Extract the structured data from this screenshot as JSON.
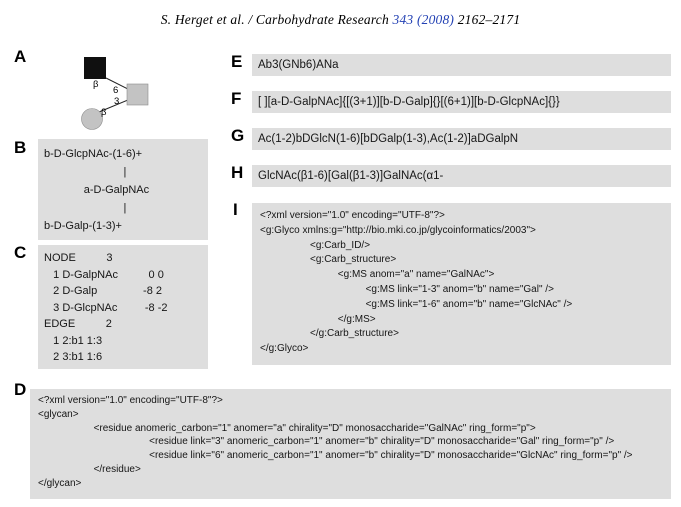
{
  "header": {
    "text_before": "S. Herget et al. / Carbohydrate Research ",
    "volume_year": "343 (2008)",
    "text_after": " 2162–2171"
  },
  "colors": {
    "box_gray": "#dedede",
    "link_blue": "#2442b4",
    "symbol_gray": "#c3c3c3",
    "symbol_black": "#101010"
  },
  "panels": {
    "a": {
      "label": "A",
      "shapes": [
        "black-square",
        "gray-square",
        "gray-circle"
      ],
      "linkage_labels": {
        "beta_upper": "β",
        "position_upper": "6",
        "beta_lower": "β",
        "position_lower": "3"
      }
    },
    "b": {
      "label": "B",
      "content": "b-D-GlcpNAc-(1-6)+\n                          |\n             a-D-GalpNAc\n                          |\nb-D-Galp-(1-3)+"
    },
    "c": {
      "label": "C",
      "content": "NODE          3\n   1 D-GalpNAc          0 0\n   2 D-Galp               -8 2\n   3 D-GlcpNAc         -8 -2\nEDGE          2\n   1 2:b1 1:3\n   2 3:b1 1:6"
    },
    "d": {
      "label": "D",
      "content": "<?xml version=\"1.0\" encoding=\"UTF-8\"?>\n<glycan>\n                    <residue anomeric_carbon=\"1\" anomer=\"a\" chirality=\"D\" monosaccharide=\"GalNAc\" ring_form=\"p\">\n                                        <residue link=\"3\" anomeric_carbon=\"1\" anomer=\"b\" chirality=\"D\" monosaccharide=\"Gal\" ring_form=\"p\" />\n                                        <residue link=\"6\" anomeric_carbon=\"1\" anomer=\"b\" chirality=\"D\" monosaccharide=\"GlcNAc\" ring_form=\"p\" />\n                    </residue>\n</glycan>"
    },
    "e": {
      "label": "E",
      "content": "Ab3(GNb6)ANa"
    },
    "f": {
      "label": "F",
      "content": "[ ][a-D-GalpNAc]{[(3+1)][b-D-Galp]{}[(6+1)][b-D-GlcpNAc]{}}"
    },
    "g": {
      "label": "G",
      "content": "Ac(1-2)bDGlcN(1-6)[bDGalp(1-3),Ac(1-2)]aDGalpN"
    },
    "h": {
      "label": "H",
      "content": "GlcNAc(β1-6)[Gal(β1-3)]GalNAc(α1-"
    },
    "i": {
      "label": "I",
      "content": "<?xml version=\"1.0\" encoding=\"UTF-8\"?>\n<g:Glyco xmlns:g=\"http://bio.mki.co.jp/glycoinformatics/2003\">\n                  <g:Carb_ID/>\n                  <g:Carb_structure>\n                            <g:MS anom=\"a\" name=\"GalNAc\">\n                                      <g:MS link=\"1-3\" anom=\"b\" name=\"Gal\" />\n                                      <g:MS link=\"1-6\" anom=\"b\" name=\"GlcNAc\" />\n                            </g:MS>\n                  </g:Carb_structure>\n</g:Glyco>"
    }
  }
}
